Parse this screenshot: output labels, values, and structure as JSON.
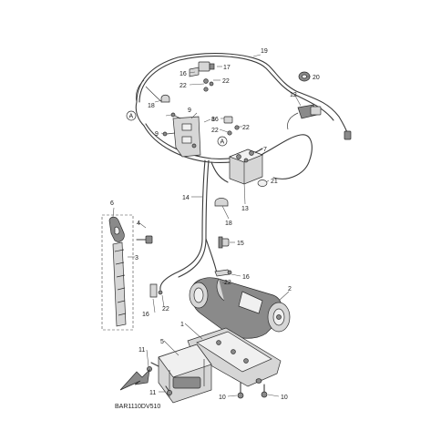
{
  "diagram": {
    "caption": "BAR1110DV510",
    "ref_marker": "A",
    "callouts": [
      "1",
      "2",
      "3",
      "4",
      "5",
      "6",
      "7",
      "8",
      "9",
      "10",
      "11",
      "12",
      "13",
      "14",
      "15",
      "16",
      "17",
      "18",
      "19",
      "20",
      "21",
      "22"
    ]
  }
}
